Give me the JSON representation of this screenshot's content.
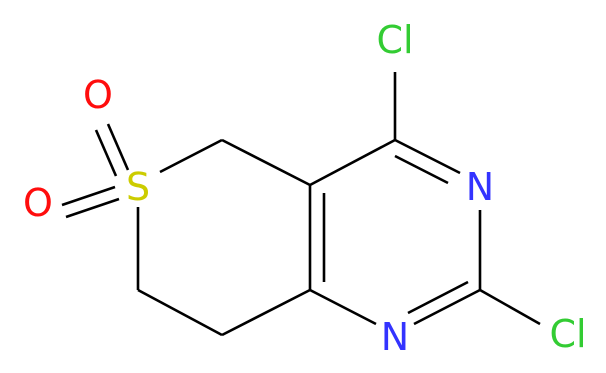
{
  "colors": {
    "background": "#ffffff",
    "bond": "#000000",
    "chlorine": "#33cc33",
    "nitrogen": "#3333ff",
    "sulfur": "#cccc00",
    "oxygen": "#ff0d0d"
  },
  "atoms": {
    "cl_top": "Cl",
    "cl_right": "Cl",
    "n_upper": "N",
    "n_lower": "N",
    "s": "S",
    "o_top": "O",
    "o_left": "O"
  }
}
